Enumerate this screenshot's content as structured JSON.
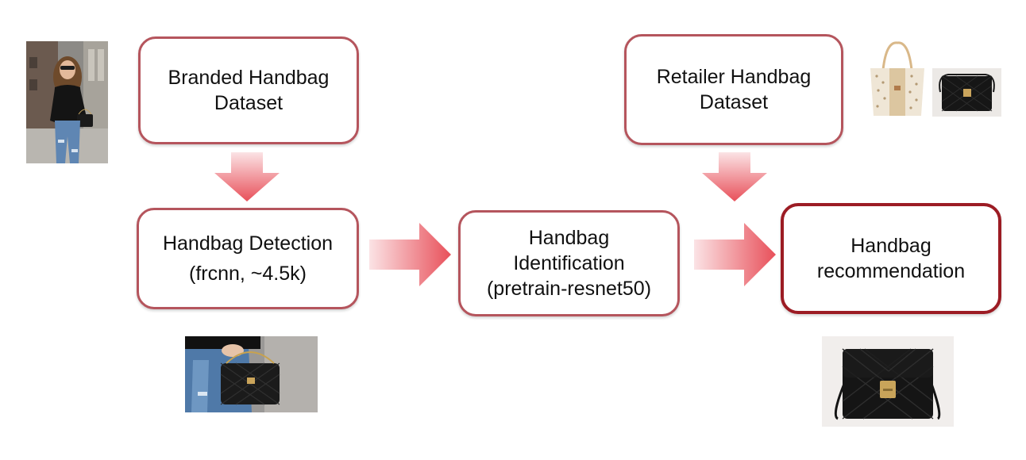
{
  "nodes": {
    "branded": {
      "lines": [
        "Branded Handbag",
        "Dataset"
      ]
    },
    "retailer": {
      "lines": [
        "Retailer Handbag",
        "Dataset"
      ]
    },
    "detection": {
      "lines": [
        "Handbag Detection",
        "(frcnn, ~4.5k)"
      ]
    },
    "identification": {
      "lines": [
        "Handbag",
        "Identification",
        "(pretrain-resnet50)"
      ]
    },
    "recommendation": {
      "lines": [
        "Handbag",
        "recommendation"
      ]
    }
  },
  "images": {
    "street_photo": "woman-with-handbag-photo",
    "cropped_bag": "cropped-black-handbag-photo",
    "retailer_bag_1": "beige-tote-bag-photo",
    "retailer_bag_2": "black-crossbody-bag-photo",
    "recommended_bag": "recommended-black-quilted-bag-photo"
  },
  "colors": {
    "box_border": "#b5555d",
    "final_border": "#9c1c24",
    "arrow_dark": "#e8505a",
    "arrow_light": "#f9dcdf"
  }
}
